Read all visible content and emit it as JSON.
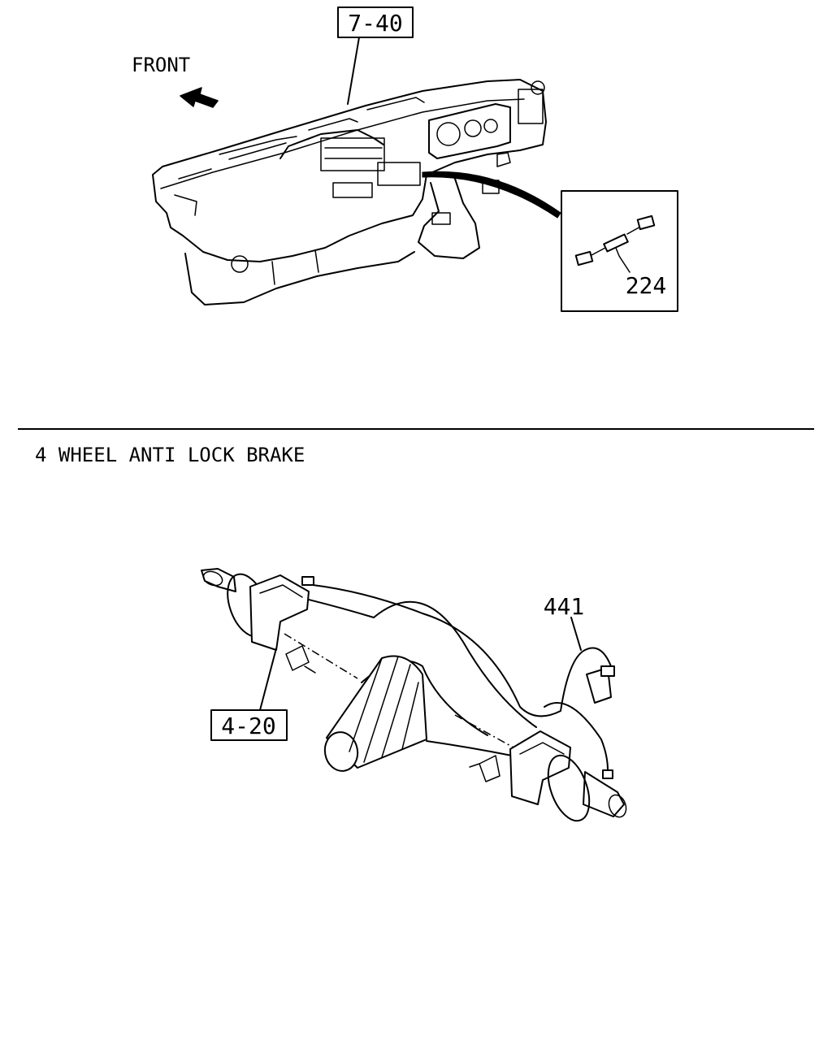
{
  "diagram": {
    "section_title": "4 WHEEL ANTI LOCK BRAKE",
    "direction_label": "FRONT",
    "callouts": {
      "dashboard_ref": "7-40",
      "sensor_harness": "224",
      "axle_ref": "4-20",
      "wiring_harness": "441"
    }
  }
}
